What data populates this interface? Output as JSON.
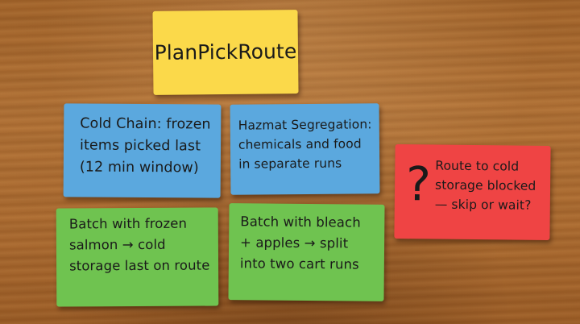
{
  "notes": {
    "title": {
      "text": "PlanPickRoute",
      "color": "#fbd94a"
    },
    "cold_chain": {
      "text": "Cold Chain: frozen\nitems picked last\n(12 min window)",
      "color": "#5ba8de"
    },
    "hazmat": {
      "text": "Hazmat Segregation:\nchemicals and food\nin separate runs",
      "color": "#5ba8de"
    },
    "batch_salmon": {
      "text": "Batch with frozen\nsalmon → cold\nstorage last on route",
      "color": "#6fc350"
    },
    "batch_bleach": {
      "text": "Batch with bleach\n+ apples → split\ninto two cart runs",
      "color": "#6fc350"
    },
    "question": {
      "mark": "?",
      "text": "Route to cold\nstorage blocked\n— skip or wait?",
      "color": "#ef4444"
    }
  },
  "table_color": "#aa6a30"
}
